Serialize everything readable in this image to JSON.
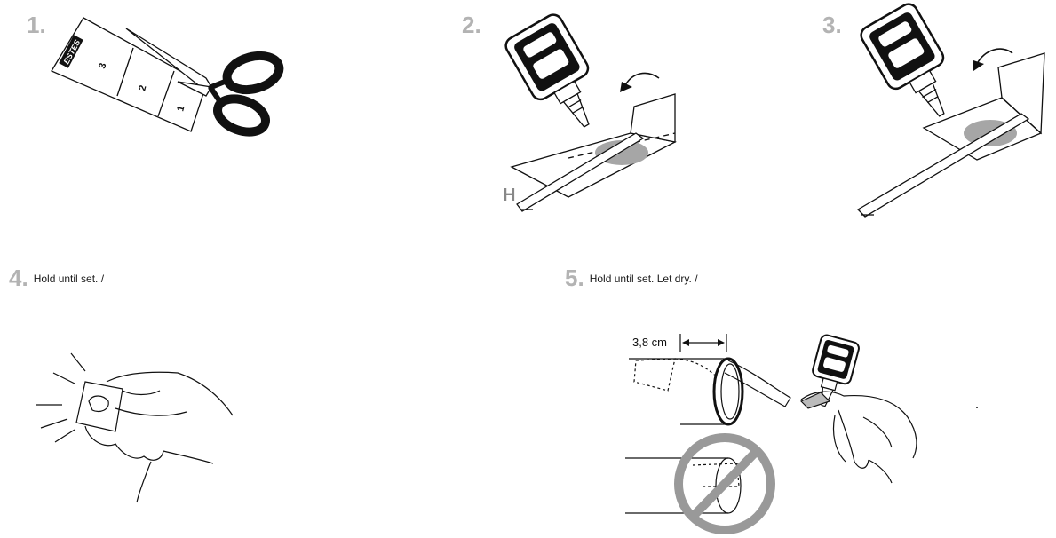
{
  "steps": [
    {
      "number": "1."
    },
    {
      "number": "2.",
      "marker": "H"
    },
    {
      "number": "3."
    },
    {
      "number": "4.",
      "caption": "Hold until set. /"
    },
    {
      "number": "5.",
      "caption": "Hold until set. Let dry. /",
      "measurement": "3,8 cm"
    }
  ],
  "template_labels": [
    "3",
    "2",
    "1"
  ],
  "brand_mark": "ESTES",
  "colors": {
    "step_number": "#b3b3b3",
    "glue": "#a6a6a6",
    "ink": "#111111"
  }
}
